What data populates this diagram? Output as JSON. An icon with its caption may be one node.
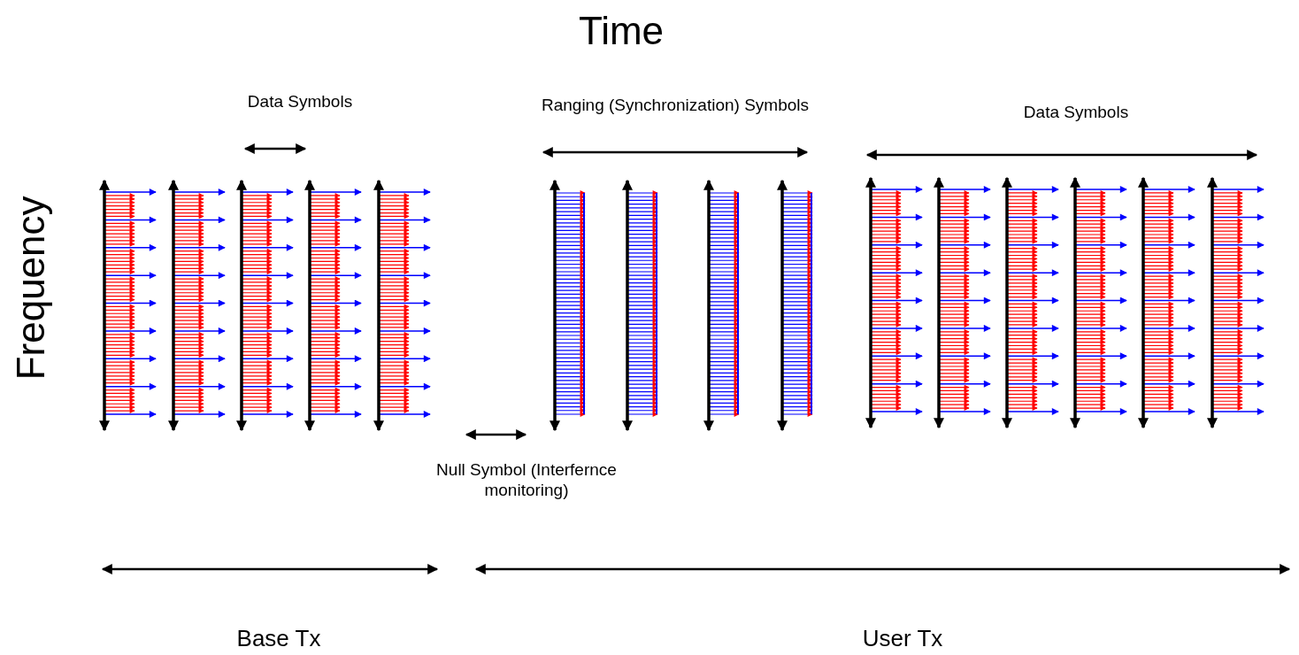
{
  "diagram": {
    "labels": [
      "Time",
      "Data Symbols",
      "Ranging (Synchronization) Symbols",
      "Data Symbols",
      "Frequency",
      "Null Symbol (Interfernce monitoring)",
      "Base Tx",
      "User Tx"
    ]
  }
}
